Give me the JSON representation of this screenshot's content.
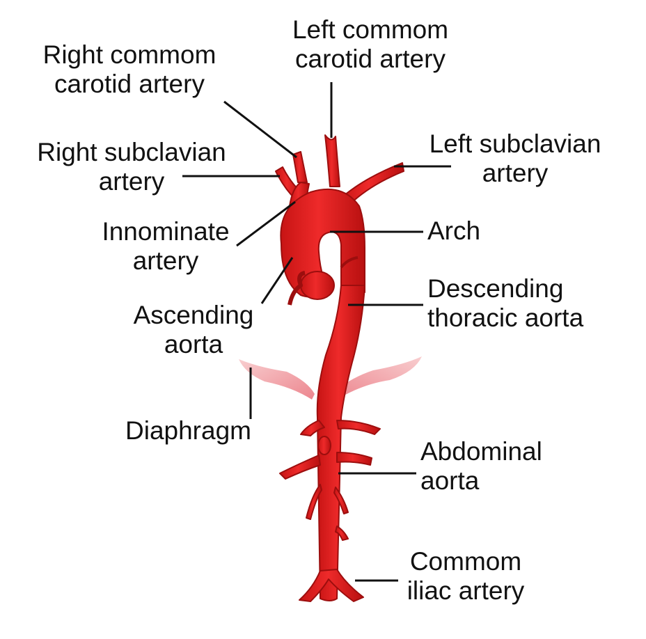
{
  "labels": {
    "left_common_carotid": {
      "line1": "Left commom",
      "line2": "carotid artery"
    },
    "right_common_carotid": {
      "line1": "Right commom",
      "line2": "carotid artery"
    },
    "right_subclavian": {
      "line1": "Right subclavian",
      "line2": "artery"
    },
    "left_subclavian": {
      "line1": "Left subclavian",
      "line2": "artery"
    },
    "innominate": {
      "line1": "Innominate",
      "line2": "artery"
    },
    "arch": {
      "line1": "Arch"
    },
    "ascending_aorta": {
      "line1": "Ascending",
      "line2": "aorta"
    },
    "descending_thoracic_aorta": {
      "line1": "Descending",
      "line2": "thoracic aorta"
    },
    "diaphragm": {
      "line1": "Diaphragm"
    },
    "abdominal_aorta": {
      "line1": "Abdominal",
      "line2": "aorta"
    },
    "common_iliac": {
      "line1": "Commom",
      "line2": "iliac artery"
    }
  },
  "colors": {
    "artery": "#e31e1e",
    "artery_dark": "#a80f0f",
    "diaphragm": "#f2a5a8",
    "leader_line": "#111111"
  }
}
